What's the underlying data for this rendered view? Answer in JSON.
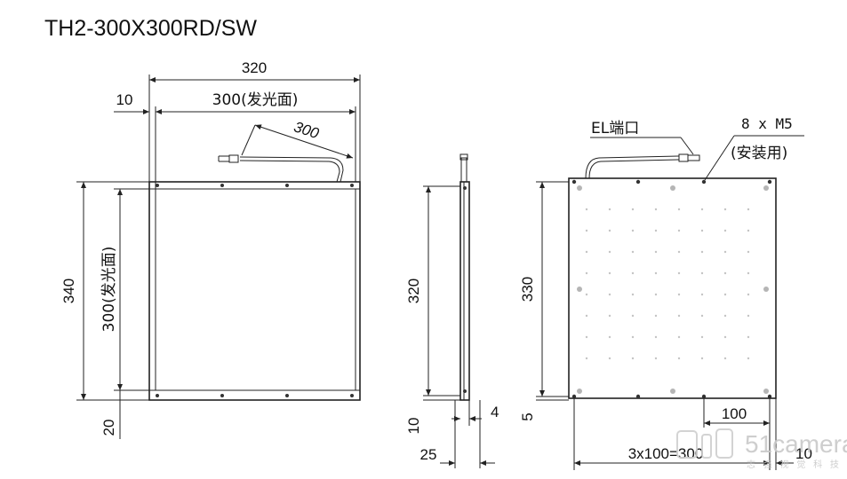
{
  "title": "TH2-300X300RD/SW",
  "front_view": {
    "overall_width": "320",
    "emitting_width": "300(发光面)",
    "side_margin": "10",
    "cable_length": "300",
    "overall_height": "340",
    "emitting_height": "300(发光面)",
    "bottom_margin": "20"
  },
  "side_view": {
    "height": "320",
    "bottom_offset": "10",
    "thickness": "4",
    "depth": "25"
  },
  "back_view": {
    "port_label": "EL端口",
    "mount_holes": "8 x M5",
    "mount_purpose": "(安装用)",
    "height": "330",
    "bottom_offset": "5",
    "pitch": "100",
    "hole_span": "3x100=300",
    "edge_offset": "10"
  },
  "watermark": {
    "brand": "51camera",
    "tagline": "志 强 视 觉 科 技"
  },
  "colors": {
    "line": "#222222",
    "grid_dot": "#c4c4c4",
    "watermark": "#c9c9c9"
  }
}
